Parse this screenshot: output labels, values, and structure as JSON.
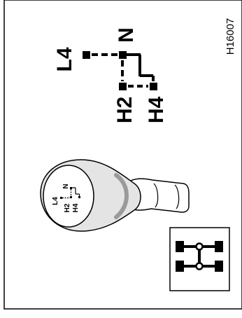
{
  "figure_id": "H16007",
  "shift_pattern": {
    "low": "L4",
    "neutral": "N",
    "high2": "H2",
    "high4": "H4"
  },
  "knob_pattern": {
    "low": "L4",
    "neutral": "N",
    "high2": "H2",
    "high4": "H4"
  },
  "icons": [
    "shift-knob-icon",
    "four-wheel-drive-icon"
  ]
}
